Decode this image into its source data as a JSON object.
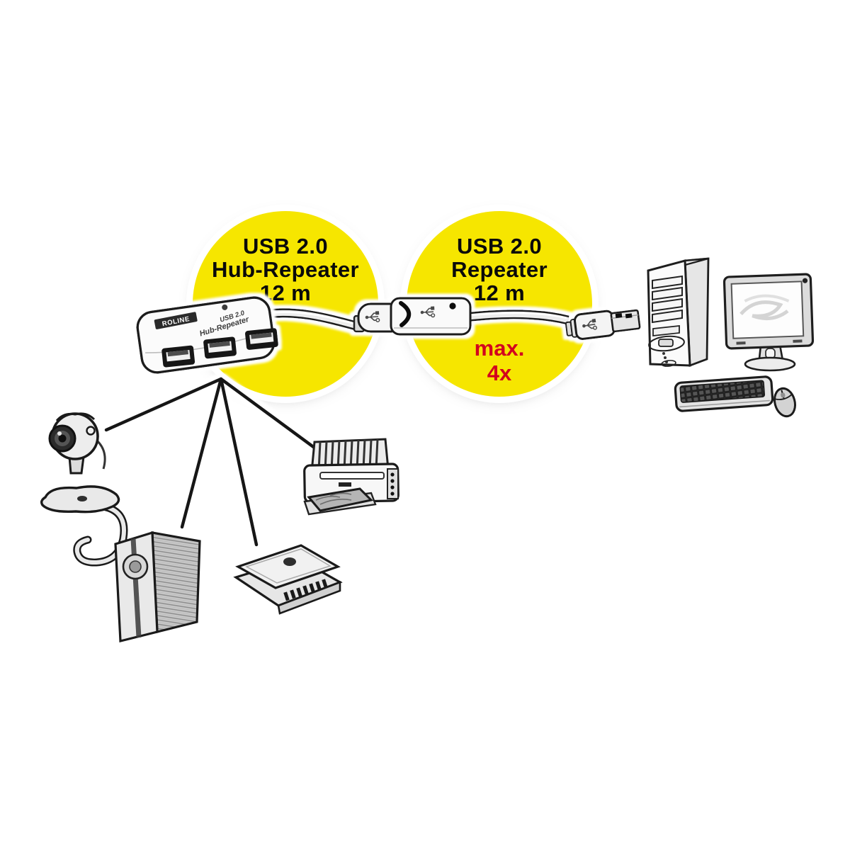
{
  "scene": {
    "left_badge": {
      "line1": "USB 2.0",
      "line2": "Hub-Repeater",
      "line3": "12 m"
    },
    "right_badge": {
      "line1": "USB 2.0",
      "line2": "Repeater",
      "line3": "12 m"
    },
    "max_note": {
      "line1": "max.",
      "line2": "4x"
    },
    "hub_device": {
      "brand": "ROLINE",
      "print_line1": "USB 2.0",
      "print_line2": "Hub-Repeater"
    },
    "colors": {
      "badge_yellow": "#F6E600",
      "note_red": "#D2001E",
      "ink_black": "#1a1a1a",
      "background": "#ffffff"
    },
    "icons": {
      "usb_trident": "usb-trident-icon"
    },
    "devices": {
      "hub": "usb-2.0-hub-repeater",
      "cable": "usb-repeater-cable",
      "peripherals": [
        "webcam",
        "external-hard-drive",
        "flatbed-scanner",
        "photo-printer"
      ],
      "host": [
        "pc-tower",
        "monitor",
        "keyboard",
        "mouse"
      ]
    }
  }
}
